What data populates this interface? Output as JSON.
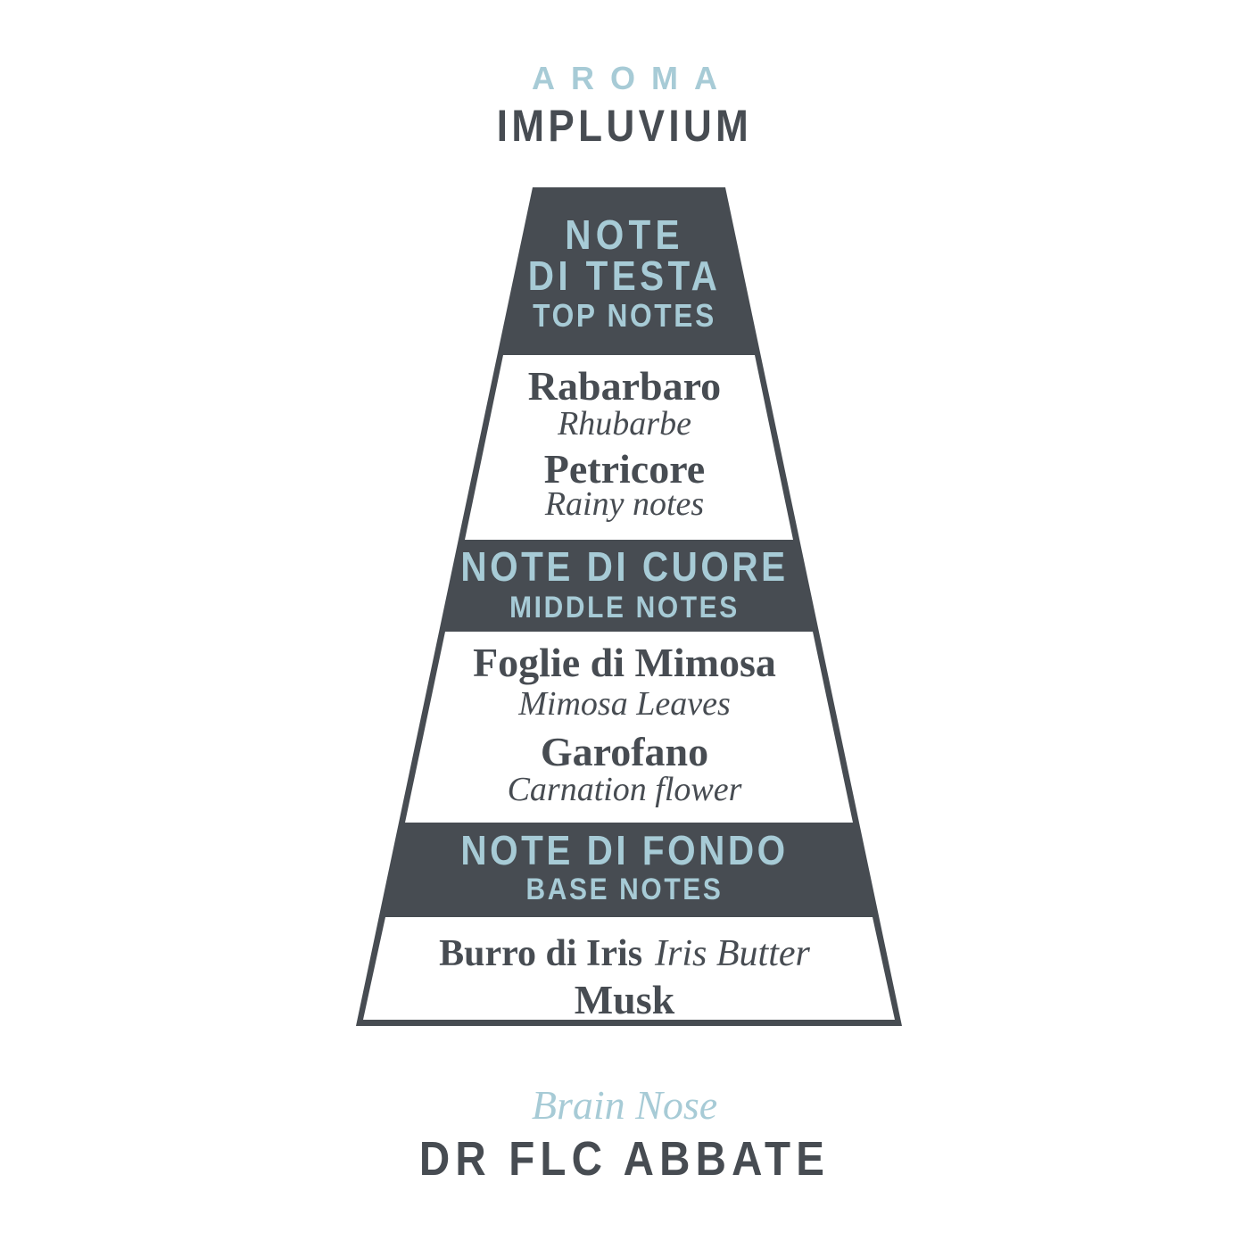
{
  "colors": {
    "dark": "#474c52",
    "blue": "#a7cbd6",
    "white": "#ffffff"
  },
  "header": {
    "brand": "AROMA",
    "name": "IMPLUVIUM"
  },
  "top": {
    "title1": "NOTE",
    "title2": "DI TESTA",
    "subtitle": "TOP NOTES",
    "notes": [
      {
        "name": "Rabarbaro",
        "translation": "Rhubarbe"
      },
      {
        "name": "Petricore",
        "translation": "Rainy notes"
      }
    ]
  },
  "middle": {
    "title": "NOTE DI CUORE",
    "subtitle": "MIDDLE NOTES",
    "notes": [
      {
        "name": "Foglie di Mimosa",
        "translation": "Mimosa Leaves"
      },
      {
        "name": "Garofano",
        "translation": "Carnation flower"
      }
    ]
  },
  "base": {
    "title": "NOTE DI FONDO",
    "subtitle": "BASE NOTES",
    "notes": [
      {
        "name": "Burro di Iris",
        "translation": "Iris Butter"
      },
      {
        "name": "Musk",
        "translation": ""
      }
    ]
  },
  "footer": {
    "role": "Brain Nose",
    "author": "DR FLC ABBATE"
  }
}
